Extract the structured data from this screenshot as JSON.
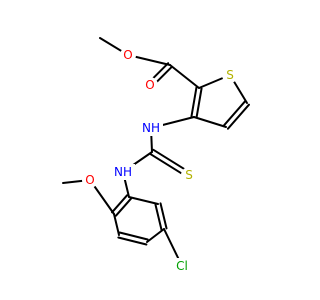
{
  "molecule": {
    "atoms": [
      {
        "id": "C_me_ester",
        "label": ""
      },
      {
        "id": "O_ester",
        "label": "O"
      },
      {
        "id": "C_carbonyl",
        "label": ""
      },
      {
        "id": "O_carbonyl",
        "label": "O"
      },
      {
        "id": "C2_th",
        "label": ""
      },
      {
        "id": "S_th",
        "label": "S"
      },
      {
        "id": "C5_th",
        "label": ""
      },
      {
        "id": "C4_th",
        "label": ""
      },
      {
        "id": "C3_th",
        "label": ""
      },
      {
        "id": "N_upper",
        "label": "NH"
      },
      {
        "id": "C_thio",
        "label": ""
      },
      {
        "id": "S_thio",
        "label": "S"
      },
      {
        "id": "N_lower",
        "label": "NH"
      },
      {
        "id": "C1_ar",
        "label": ""
      },
      {
        "id": "C2_ar",
        "label": ""
      },
      {
        "id": "O_methoxy",
        "label": "O"
      },
      {
        "id": "C_me_methoxy",
        "label": ""
      },
      {
        "id": "C3_ar",
        "label": ""
      },
      {
        "id": "C4_ar",
        "label": ""
      },
      {
        "id": "C5_ar",
        "label": ""
      },
      {
        "id": "Cl",
        "label": "Cl"
      },
      {
        "id": "C6_ar",
        "label": ""
      }
    ],
    "colors": {
      "carbon_bond": "#000000",
      "O": "#ff0000",
      "S": "#b2b200",
      "N": "#0000ff",
      "Cl": "#00a000"
    }
  }
}
